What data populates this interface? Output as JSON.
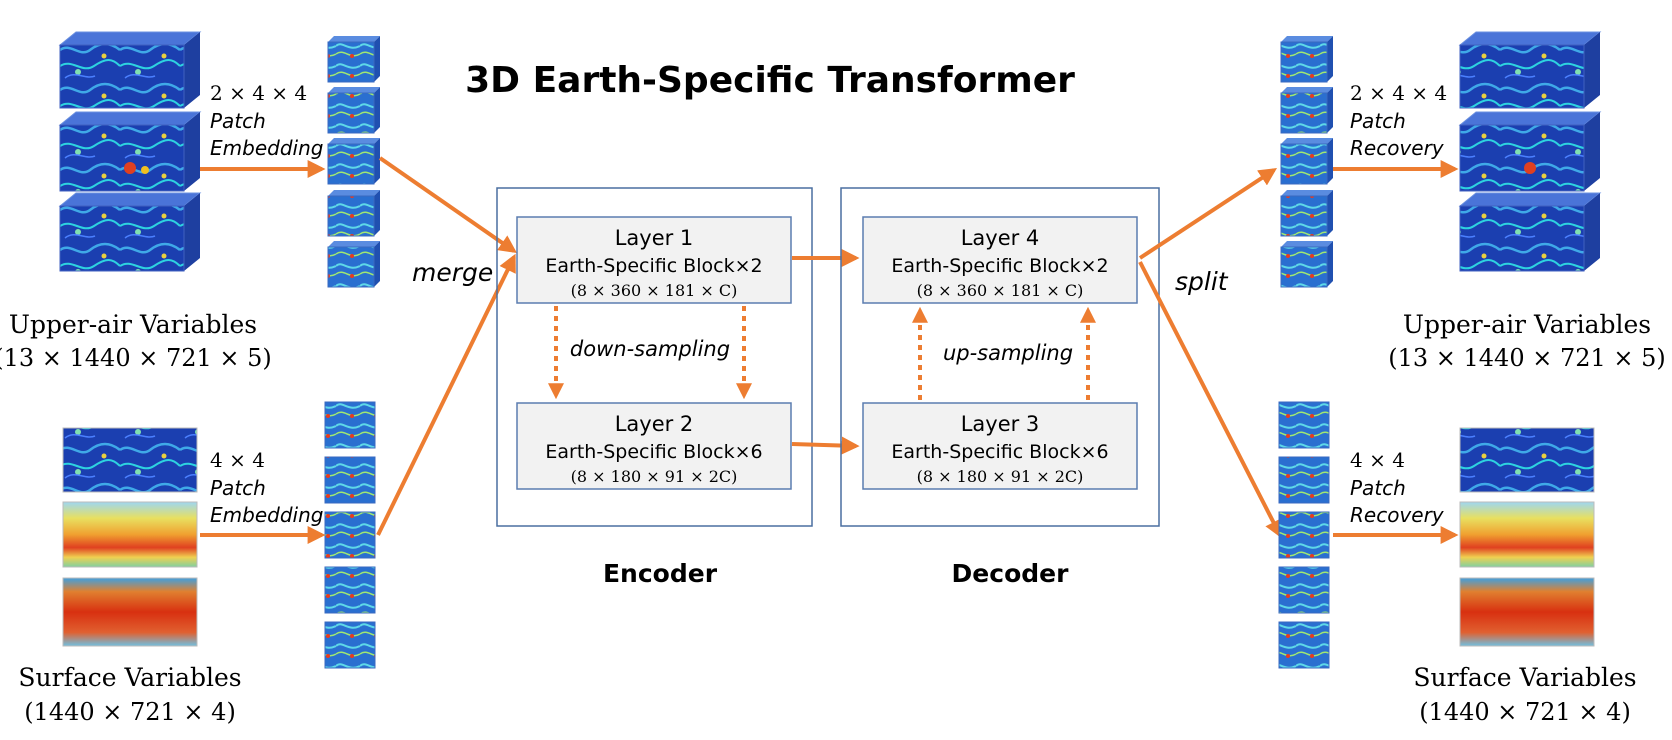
{
  "title": "3D Earth-Specific Transformer",
  "left": {
    "upper_label": "Upper-air Variables",
    "upper_dims": "(13 × 1440 × 721 × 5)",
    "surface_label": "Surface Variables",
    "surface_dims": "(1440 × 721 × 4)",
    "upper_patch": {
      "size": "2 × 4 × 4",
      "line1": "Patch",
      "line2": "Embedding"
    },
    "surface_patch": {
      "size": "4 × 4",
      "line1": "Patch",
      "line2": "Embedding"
    },
    "merge": "merge"
  },
  "right": {
    "upper_label": "Upper-air Variables",
    "upper_dims": "(13 × 1440 × 721 × 5)",
    "surface_label": "Surface Variables",
    "surface_dims": "(1440 × 721 × 4)",
    "upper_patch": {
      "size": "2 × 4 × 4",
      "line1": "Patch",
      "line2": "Recovery"
    },
    "surface_patch": {
      "size": "4 × 4",
      "line1": "Patch",
      "line2": "Recovery"
    },
    "split": "split"
  },
  "encoder": {
    "label": "Encoder",
    "sampling": "down-sampling",
    "layer1": {
      "name": "Layer 1",
      "block": "Earth-Specific Block×2",
      "dims": "(8 × 360 × 181 × C)"
    },
    "layer2": {
      "name": "Layer 2",
      "block": "Earth-Specific Block×6",
      "dims": "(8 × 180 × 91 × 2C)"
    }
  },
  "decoder": {
    "label": "Decoder",
    "sampling": "up-sampling",
    "layer4": {
      "name": "Layer 4",
      "block": "Earth-Specific Block×2",
      "dims": "(8 × 360 × 181 × C)"
    },
    "layer3": {
      "name": "Layer 3",
      "block": "Earth-Specific Block×6",
      "dims": "(8 × 180 × 91 × 2C)"
    }
  },
  "colors": {
    "arrow": "#ED7D31",
    "box_border": "#4A6FA0",
    "layer_fill": "#F2F2F2",
    "layer_border": "#5B7DB0"
  }
}
